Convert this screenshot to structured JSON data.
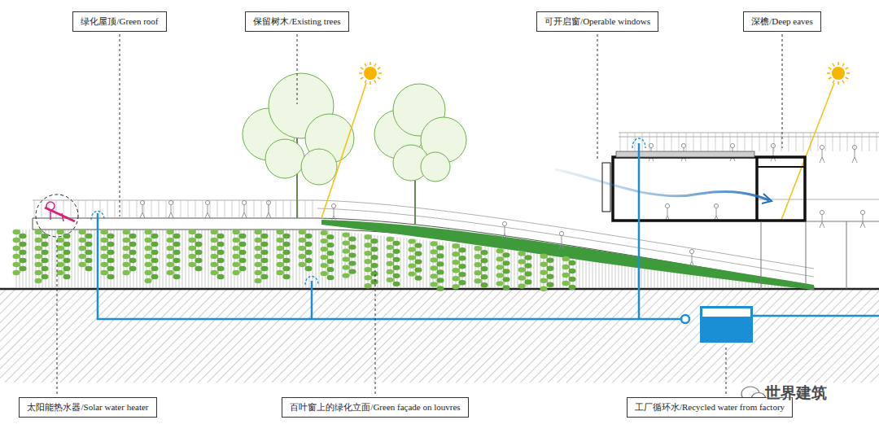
{
  "diagram": {
    "nodes": [
      {
        "text": [
          "绿化屋顶/Green roof"
        ]
      },
      {
        "text": [
          "保留树木/Existing trees"
        ]
      },
      {
        "text": [
          "可开启窗/Operable windows"
        ]
      },
      {
        "text": [
          "深檐/Deep eaves"
        ]
      },
      {
        "text": [
          "太阳能热水器/Solar water heater"
        ]
      },
      {
        "text": [
          "百叶窗上的绿化立面/Green façade on louvres"
        ]
      },
      {
        "text": [
          "工厂循环水/Recycled water from factory"
        ]
      }
    ],
    "edges": [],
    "labels": [
      "世界建筑"
    ]
  }
}
